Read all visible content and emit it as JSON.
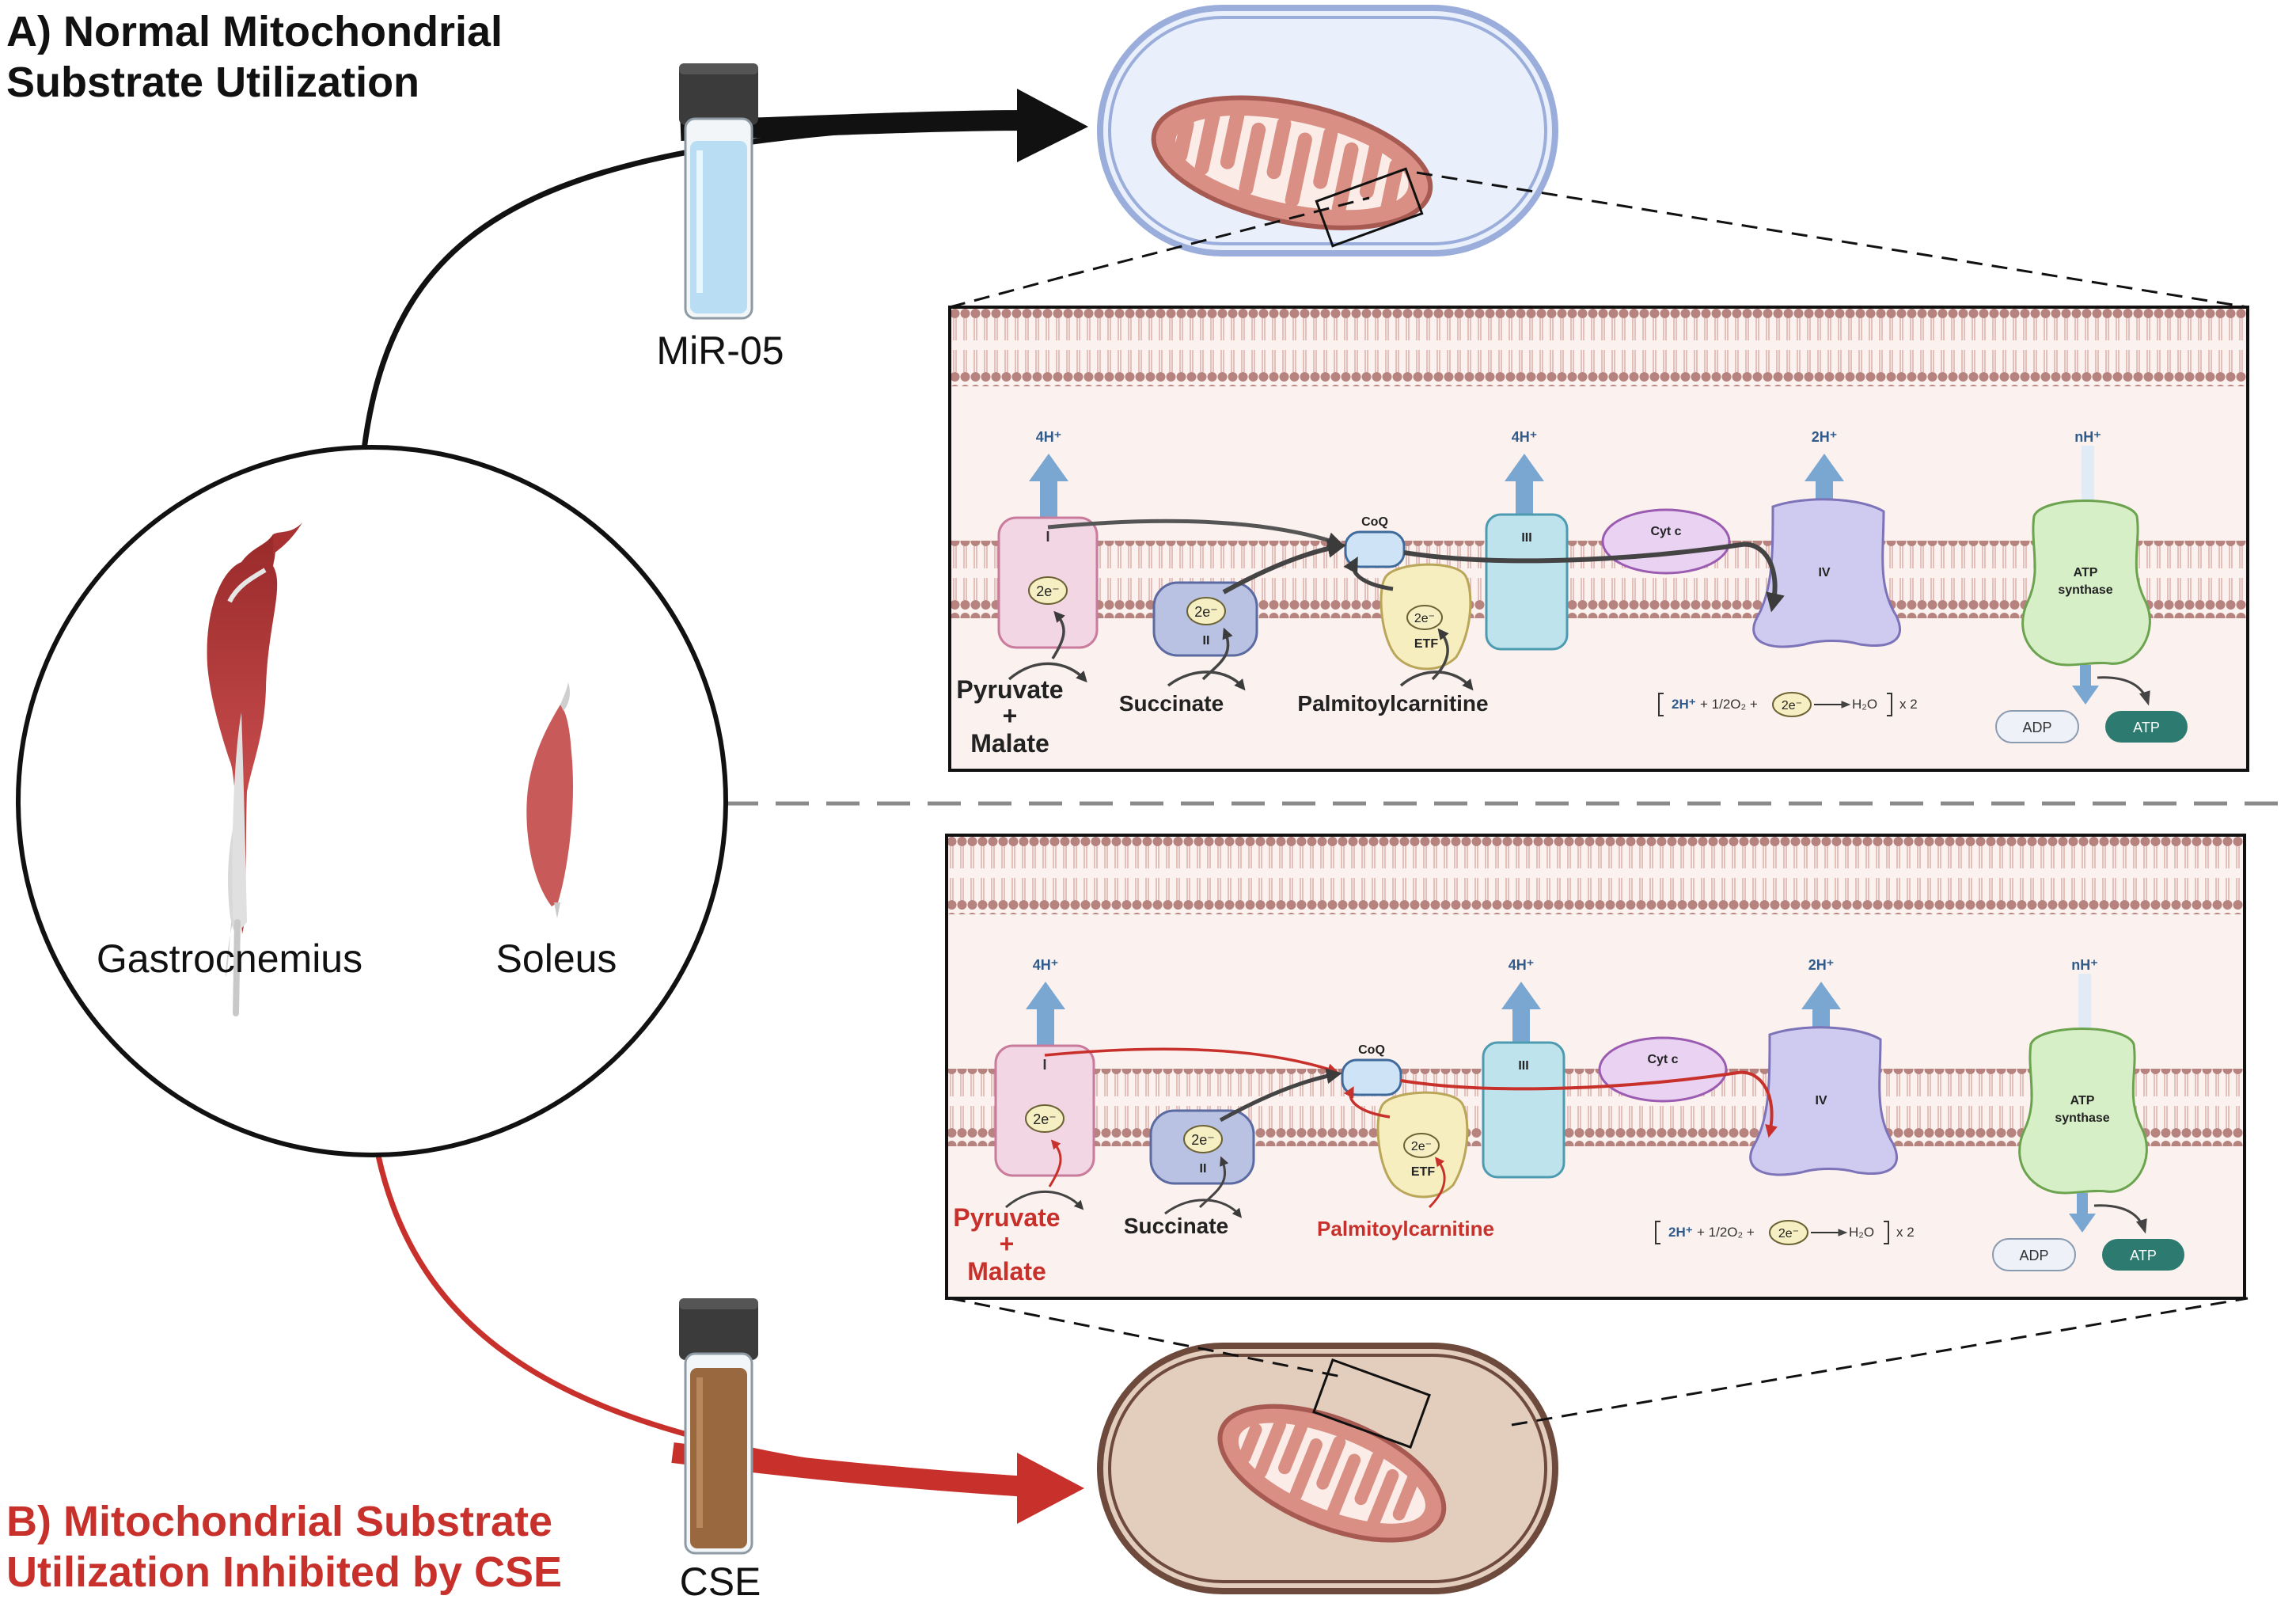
{
  "section_a": {
    "title_line1": "A) Normal Mitochondrial",
    "title_line2": "Substrate Utilization",
    "vial_label": "MiR-05",
    "color": "#111111"
  },
  "section_b": {
    "title_line1": "B) Mitochondrial Substrate",
    "title_line2": "Utilization Inhibited by CSE",
    "vial_label": "CSE",
    "color": "#c8312b"
  },
  "muscles": {
    "left": "Gastrocnemius",
    "right": "Soleus"
  },
  "etc": {
    "complex_i": "I",
    "complex_ii": "II",
    "complex_iii": "III",
    "complex_iv": "IV",
    "coq": "CoQ",
    "cyt_c": "Cyt c",
    "etf": "ETF",
    "electrons": "2e⁻",
    "atp_synthase_line1": "ATP",
    "atp_synthase_line2": "synthase",
    "proton_i": "4H⁺",
    "proton_iii": "4H⁺",
    "proton_iv": "2H⁺",
    "proton_atp": "nH⁺",
    "adp": "ADP",
    "atp": "ATP",
    "reaction_h": "2H⁺",
    "reaction_mid": "+ 1/2O₂ +",
    "reaction_e": "2e⁻",
    "reaction_product": "H₂O",
    "reaction_mult": "x 2",
    "substrate_pyruvate": "Pyruvate",
    "substrate_plus": "+",
    "substrate_malate": "Malate",
    "substrate_succinate": "Succinate",
    "substrate_palmitoyl": "Palmitoylcarnitine"
  },
  "colors": {
    "heading_a": "#111111",
    "heading_b": "#c8312b",
    "inhibited_red": "#c8312b",
    "membrane_bead": "#b7837f",
    "panel_bg": "#fbf1ee",
    "complex_i": "#f3d6e3",
    "complex_ii": "#b9c2e3",
    "complex_iii": "#bfe3ec",
    "complex_iv": "#cfcaf0",
    "cyt_c": "#ead2f2",
    "etf": "#f7eec0",
    "atp_synthase": "#d7efc7",
    "atp_pill": "#2d7b70",
    "proton_arrow": "#7aa6d2",
    "mito": "#d98f84",
    "cell_a": "#e9f0fb",
    "cell_b": "#e3cdbc",
    "vial_a": "#b9def3",
    "vial_b": "#99683f"
  },
  "icons": [
    "vial-icon",
    "mitochondrion-icon",
    "muscle-icon",
    "proton-arrow-icon"
  ]
}
